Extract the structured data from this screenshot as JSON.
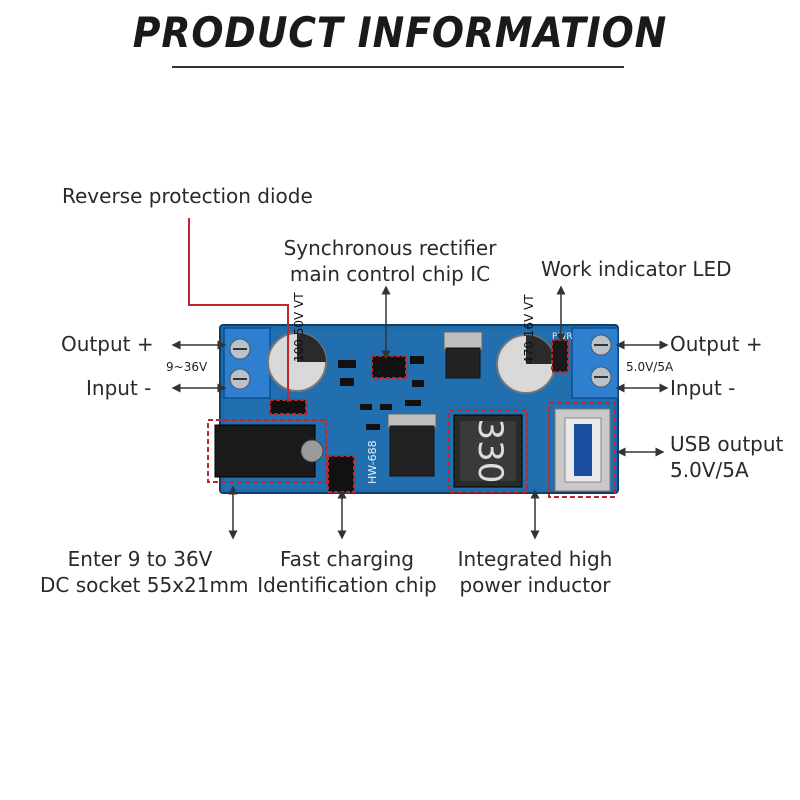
{
  "title": "PRODUCT INFORMATION",
  "labels": {
    "reverse_diode": "Reverse protection diode",
    "sync_rectifier_line1": "Synchronous rectifier",
    "sync_rectifier_line2": "main control chip IC",
    "work_led": "Work indicator LED",
    "output_plus_left": "Output +",
    "input_minus_left": "Input -",
    "voltage_range": "9~36V",
    "output_plus_right": "Output +",
    "input_minus_right": "Input -",
    "output_spec": "5.0V/5A",
    "usb_line1": "USB output",
    "usb_line2": "5.0V/5A",
    "dc_line1": "Enter 9 to 36V",
    "dc_line2": "DC socket 55x21mm",
    "fast_line1": "Fast charging",
    "fast_line2": "Identification chip",
    "inductor_line1": "Integrated high",
    "inductor_line2": "power inductor"
  },
  "board": {
    "model": "HW-688",
    "inductor_marking": "330",
    "cap1_text": "100 50V VT",
    "cap2_text": "470 16V VT",
    "pwr_label": "PWR"
  },
  "colors": {
    "pcb": "#1e6aa8",
    "terminal": "#2f7fd1",
    "highlight": "#c0272d",
    "arrow": "#333333"
  }
}
